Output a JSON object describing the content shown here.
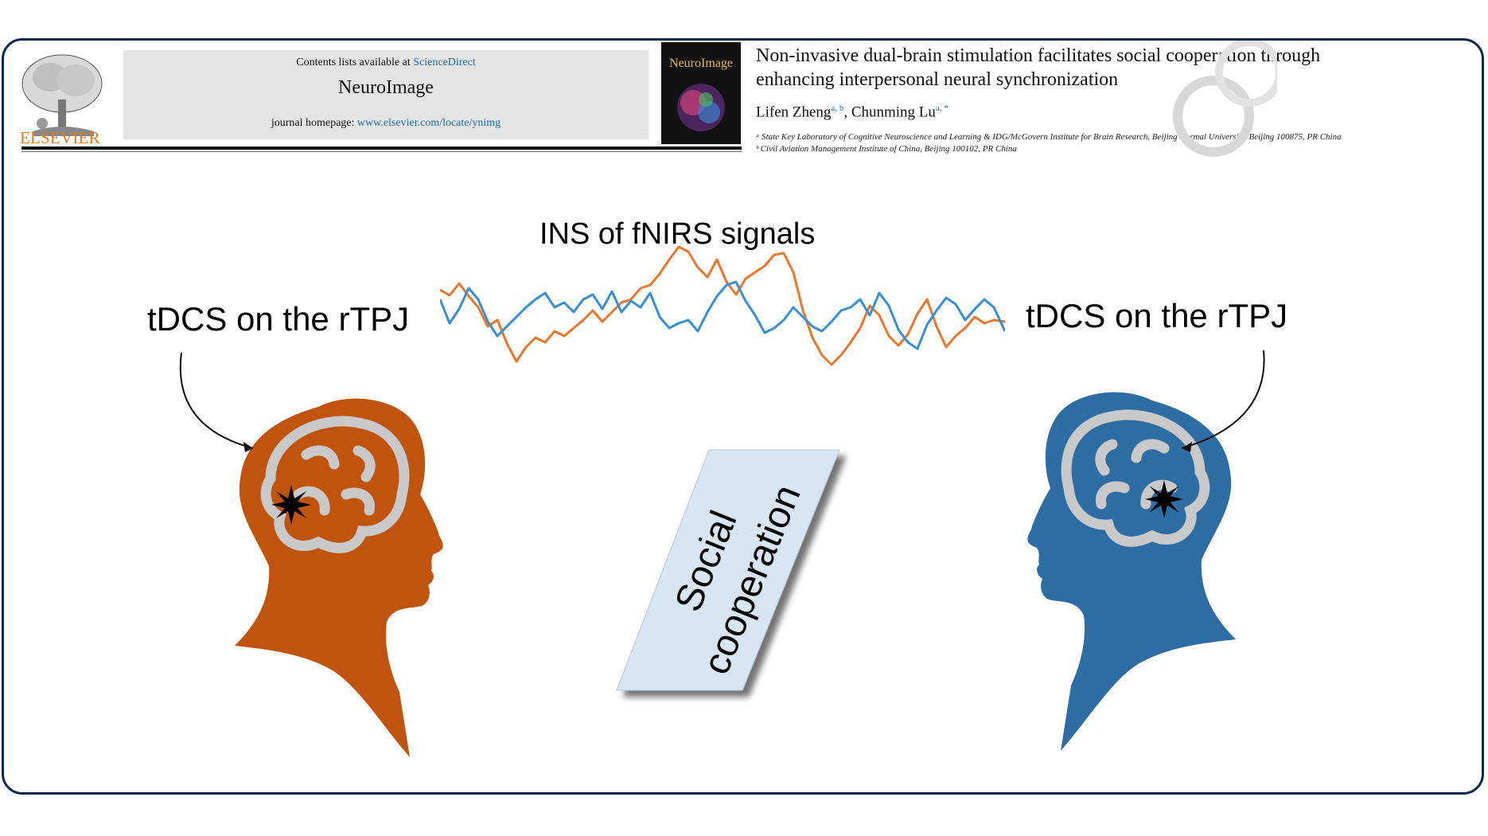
{
  "header": {
    "publisher": "ELSEVIER",
    "contents_prefix": "Contents lists available at ",
    "contents_link": "ScienceDirect",
    "journal_name": "NeuroImage",
    "homepage_prefix": "journal homepage: ",
    "homepage_link": "www.elsevier.com/locate/ynimg",
    "cover_title": "NeuroImage"
  },
  "paper": {
    "title_line1": "Non-invasive dual-brain stimulation facilitates social cooperation through",
    "title_line2": "enhancing interpersonal neural synchronization",
    "author1": "Lifen Zheng",
    "author1_sup": "a, b",
    "author_sep": ", ",
    "author2": "Chunming Lu",
    "author2_sup": "a, *",
    "affiliation_a": "ᵃ State Key Laboratory of Cognitive Neuroscience and Learning & IDG/McGovern Institute for Brain Research, Beijing Normal University, Beijing 100875, PR China",
    "affiliation_b": "ᵇ Civil Aviation Management Institute of China, Beijing 100102, PR China"
  },
  "figure": {
    "signal_title": "INS of fNIRS signals",
    "left_label": "tDCS on the rTPJ",
    "right_label": "tDCS on the rTPJ",
    "card_line1": "Social",
    "card_line2": "cooperation",
    "colors": {
      "orange_head": "#c0540f",
      "blue_head": "#2e6da4",
      "orange_signal": "#e8782f",
      "blue_signal": "#3a8fd0",
      "brain": "#c9c9c9",
      "card": "#d8e6f4",
      "frame": "#0b2a4a"
    },
    "icons": [
      "elsevier-tree-icon",
      "journal-cover-icon",
      "head-profile-icon",
      "brain-icon",
      "stimulation-star-icon",
      "arrow-pointer-icon"
    ]
  }
}
